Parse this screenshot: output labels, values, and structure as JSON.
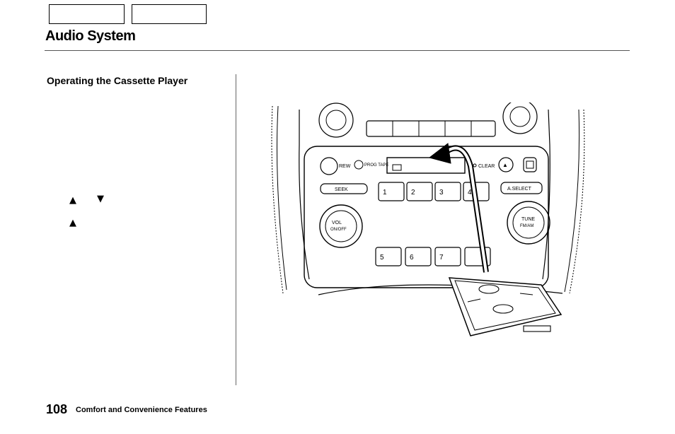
{
  "header": {
    "tabs": [
      "",
      ""
    ],
    "title": "Audio System"
  },
  "content": {
    "section_heading": "Operating the Cassette Player",
    "glyphs": {
      "up_arrow_1": "▲",
      "down_arrow_1": "▼",
      "up_arrow_2": "▲"
    }
  },
  "illustration": {
    "buttons": {
      "rew": "REW",
      "prog_tape": "PROG TAPE",
      "clear": "CLEAR",
      "eject": "▲",
      "seek": "SEEK",
      "preset_1": "1",
      "preset_2": "2",
      "preset_3": "3",
      "preset_4": "4",
      "a_select": "A.SELECT",
      "vol": "VOL",
      "on_off": "ON/OFF",
      "tune": "TUNE",
      "fm_am": "FM/AM",
      "preset_5": "5",
      "preset_6": "6",
      "preset_7": "7"
    }
  },
  "footer": {
    "page_number": "108",
    "section_name": "Comfort and Convenience Features"
  },
  "colors": {
    "ink": "#000000",
    "rule": "#555555",
    "paper": "#ffffff"
  }
}
